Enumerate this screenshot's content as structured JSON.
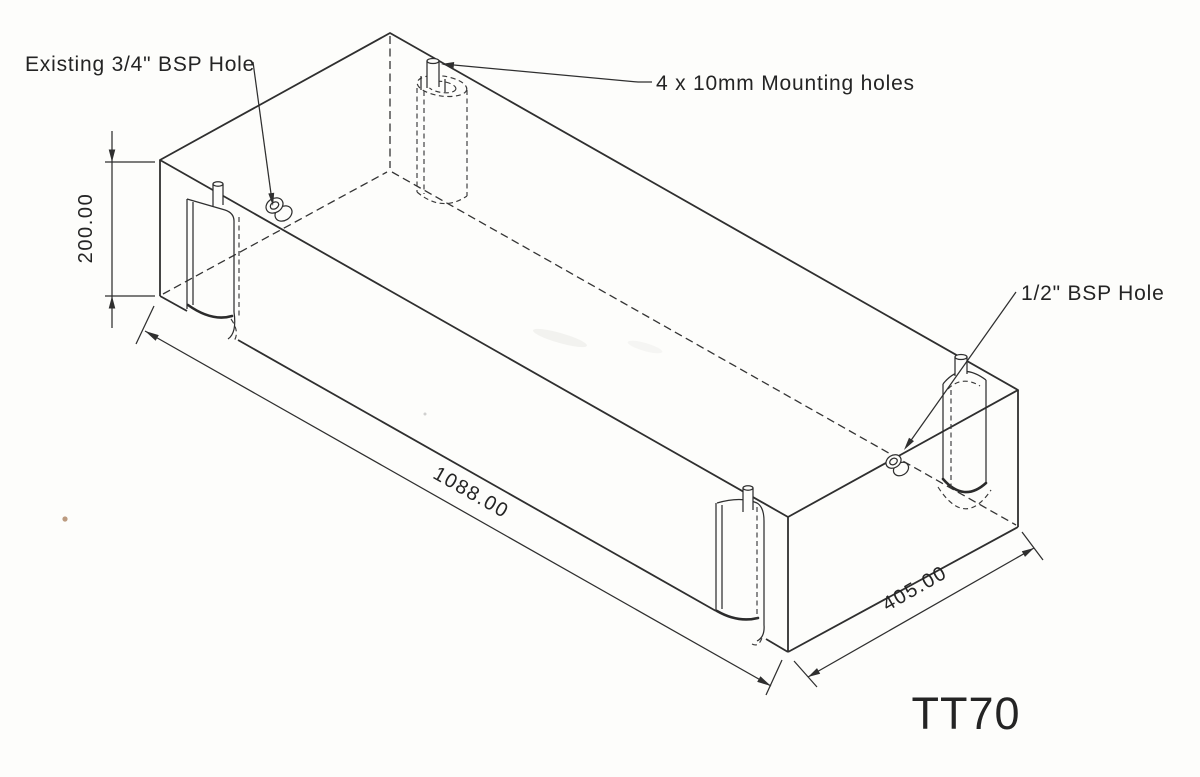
{
  "drawing": {
    "part_number": "TT70",
    "annotations": {
      "existing_hole": "Existing 3/4\" BSP Hole",
      "mounting_holes": "4 x 10mm Mounting holes",
      "bsp_hole": "1/2\" BSP Hole"
    },
    "dimensions": {
      "height": "200.00",
      "length": "1088.00",
      "width": "405.00"
    },
    "colors": {
      "line": "#2f2f2f",
      "background": "#fdfdfb"
    }
  }
}
